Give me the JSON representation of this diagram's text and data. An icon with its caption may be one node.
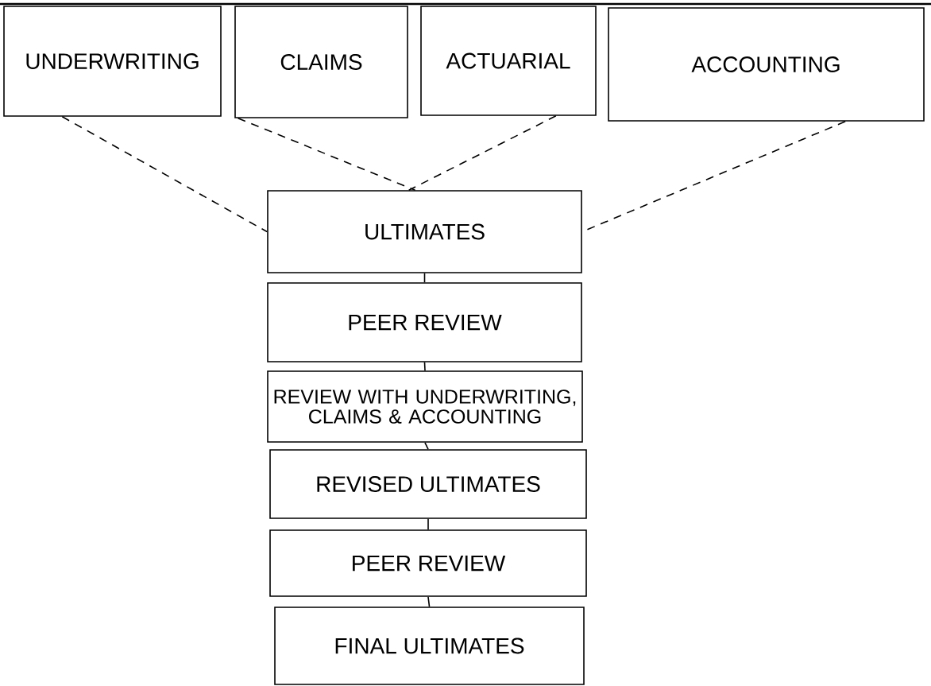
{
  "diagram": {
    "nodes": [
      {
        "text": [
          "UNDERWRITING"
        ]
      },
      {
        "text": [
          "CLAIMS"
        ]
      },
      {
        "text": [
          "ACTUARIAL"
        ]
      },
      {
        "text": [
          "ACCOUNTING"
        ]
      },
      {
        "text": [
          "ULTIMATES"
        ]
      },
      {
        "text": [
          "PEER REVIEW"
        ]
      },
      {
        "text": [
          "REVIEW WITH UNDERWRITING, CLAIMS & ACCOUNTING"
        ]
      },
      {
        "text": [
          "REVISED ULTIMATES"
        ]
      },
      {
        "text": [
          "PEER REVIEW"
        ]
      },
      {
        "text": [
          "FINAL ULTIMATES"
        ]
      }
    ],
    "edges": [
      {
        "from": 0,
        "to": 4,
        "arrow": "none",
        "style": "dashed"
      },
      {
        "from": 1,
        "to": 4,
        "arrow": "none",
        "style": "dashed"
      },
      {
        "from": 2,
        "to": 4,
        "arrow": "none",
        "style": "dashed"
      },
      {
        "from": 3,
        "to": 4,
        "arrow": "none",
        "style": "dashed"
      },
      {
        "from": 4,
        "to": 5,
        "arrow": "none"
      },
      {
        "from": 5,
        "to": 6,
        "arrow": "none"
      },
      {
        "from": 6,
        "to": 7,
        "arrow": "none"
      },
      {
        "from": 7,
        "to": 8,
        "arrow": "none"
      },
      {
        "from": 8,
        "to": 9,
        "arrow": "none"
      }
    ]
  }
}
